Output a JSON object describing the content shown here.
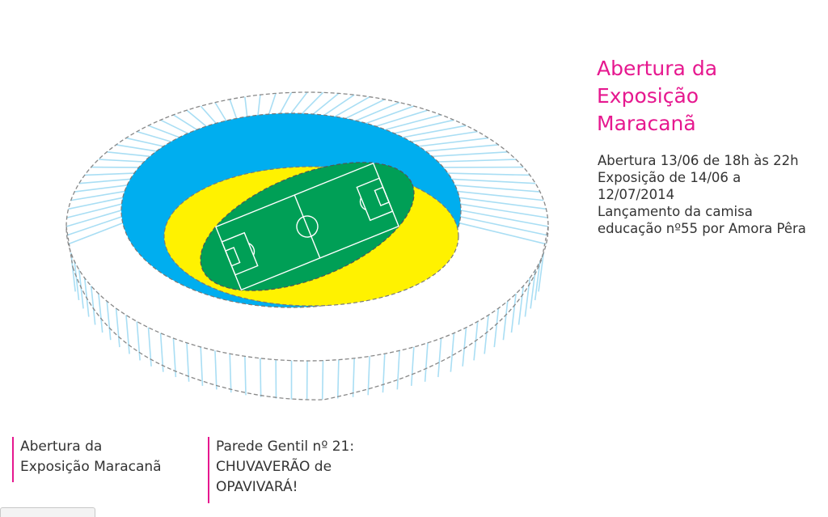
{
  "event": {
    "title": "Abertura da\nExposição\nMaracanã",
    "details": [
      "Abertura 13/06 de 18h às 22h",
      "Exposição de 14/06 a 12/07/2014",
      "Lançamento da camisa educação nº55 por Amora Pêra"
    ]
  },
  "nav": {
    "items": [
      {
        "label": "Abertura da\nExposição Maracanã"
      },
      {
        "label": "Parede Gentil nº 21:\nCHUVAVERÃO de\nOPAVIVARÁ!"
      }
    ]
  },
  "colors": {
    "accent": "#e6188f",
    "ring_outer": "#00aeef",
    "ring_inner": "#fff200",
    "pitch": "#009f56",
    "seat_lines": "#a9def4",
    "outline": "#888888"
  }
}
